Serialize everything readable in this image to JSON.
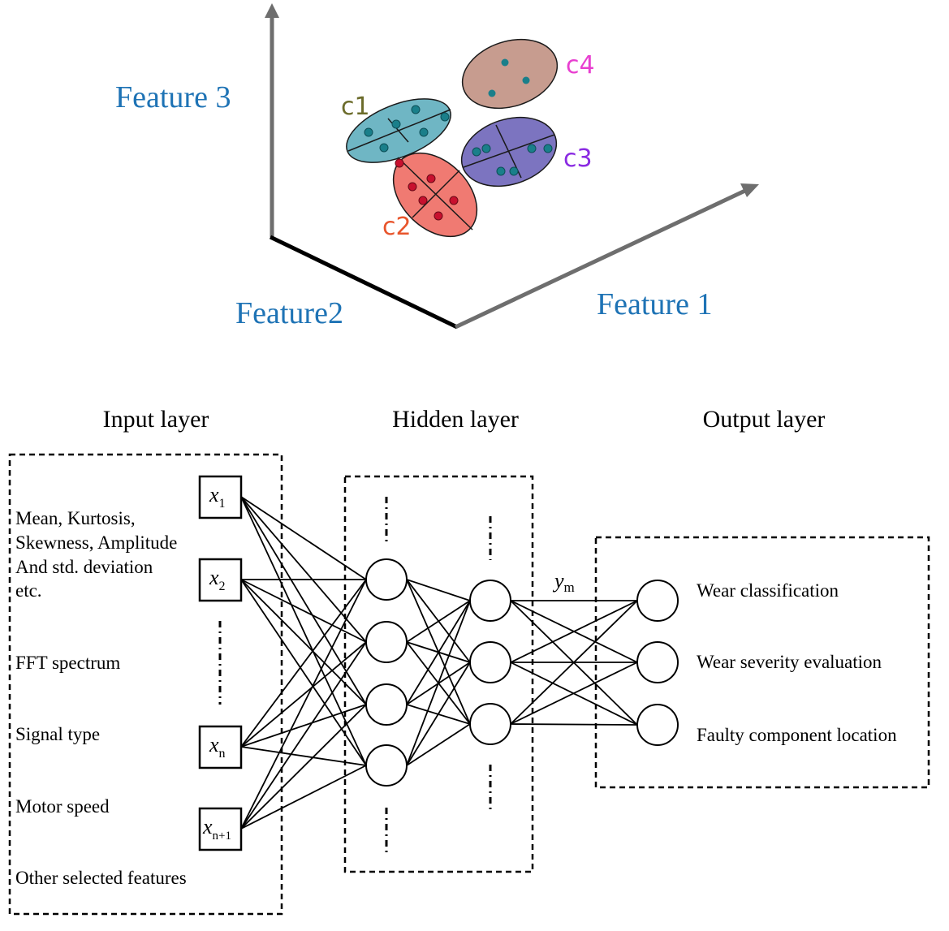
{
  "cluster_plot": {
    "axes": {
      "feature1": "Feature 1",
      "feature2": "Feature2",
      "feature3": "Feature 3"
    },
    "clusters": [
      {
        "label": "c1",
        "fill": "#6fb6c4",
        "label_color": "#6b6b2a"
      },
      {
        "label": "c2",
        "fill": "#f07a72",
        "label_color": "#e8552c"
      },
      {
        "label": "c3",
        "fill": "#7c74c0",
        "label_color": "#8a2be2"
      },
      {
        "label": "c4",
        "fill": "#c79c8f",
        "label_color": "#e83fd0"
      }
    ],
    "colors": {
      "axis_label": "#1e73b5",
      "axis": "#6e6e6e",
      "axis_dark": "#000000",
      "point_teal": "#1a7f8a",
      "point_red": "#c8102e"
    }
  },
  "network": {
    "layer_titles": {
      "input": "Input layer",
      "hidden": "Hidden layer",
      "output": "Output layer"
    },
    "input_text": {
      "stats": [
        "Mean, Kurtosis,",
        "Skewness, Amplitude",
        "And std. deviation",
        "etc."
      ],
      "fft": "FFT spectrum",
      "signal": "Signal type",
      "motor": "Motor speed",
      "other": "Other selected features"
    },
    "input_nodes": [
      {
        "var": "x",
        "sub": "1"
      },
      {
        "var": "x",
        "sub": "2"
      },
      {
        "var": "x",
        "sub": "n"
      },
      {
        "var": "x",
        "sub": "n+1"
      }
    ],
    "ym": {
      "var": "y",
      "sub": "m"
    },
    "outputs": [
      "Wear classification",
      "Wear severity evaluation",
      "Faulty component location"
    ]
  }
}
